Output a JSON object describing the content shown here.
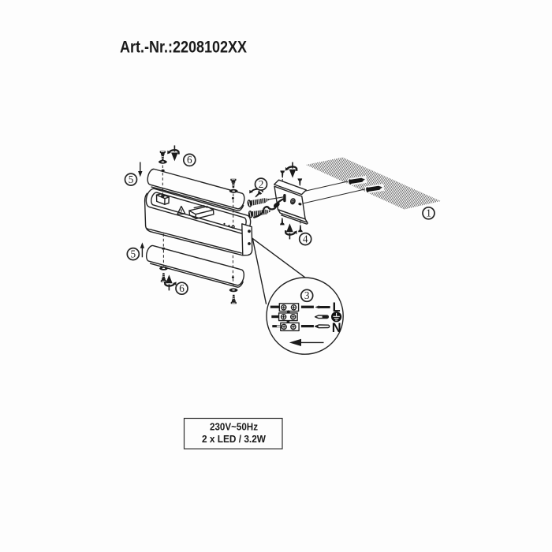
{
  "page": {
    "background": "#fdfdfd",
    "ink_color": "#222222"
  },
  "header": {
    "article_number": "Art.-Nr.:2208102XX"
  },
  "diagram": {
    "callouts": {
      "wall": "1",
      "mounting_screws": "2",
      "wiring_detail": "3",
      "bracket": "4",
      "cover_top": "5",
      "cover_bottom": "5",
      "cover_screw_top": "6",
      "cover_screw_bottom": "6"
    },
    "wiring_detail": {
      "live_label": "L",
      "neutral_label": "N"
    },
    "spec_box": {
      "voltage": "230V~50Hz",
      "lamp_spec": "2 x LED / 3.2W"
    }
  }
}
